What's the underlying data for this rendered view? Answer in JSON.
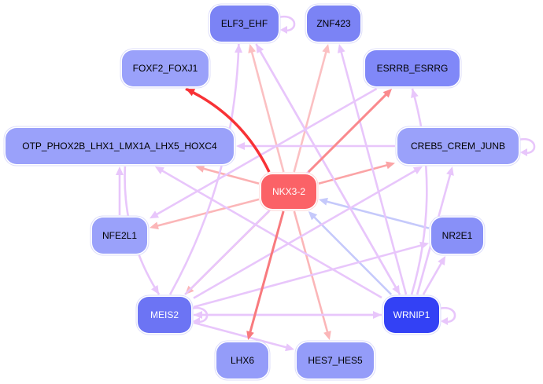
{
  "graph": {
    "type": "directed-network",
    "nodes": [
      {
        "id": "ELF3_EHF",
        "label": "ELF3_EHF",
        "fill": "#7b83f5",
        "text": "#000000"
      },
      {
        "id": "ZNF423",
        "label": "ZNF423",
        "fill": "#7b83f5",
        "text": "#000000"
      },
      {
        "id": "FOXF2_FOXJ1",
        "label": "FOXF2_FOXJ1",
        "fill": "#9aa1fa",
        "text": "#000000"
      },
      {
        "id": "ESRRB_ESRRG",
        "label": "ESRRB_ESRRG",
        "fill": "#8088f8",
        "text": "#000000"
      },
      {
        "id": "OTP",
        "label": "OTP_PHOX2B_LHX1_LMX1A_LHX5_HOXC4",
        "fill": "#9aa1fa",
        "text": "#000000"
      },
      {
        "id": "CREB5",
        "label": "CREB5_CREM_JUNB",
        "fill": "#9aa1fa",
        "text": "#000000"
      },
      {
        "id": "NKX3-2",
        "label": "NKX3-2",
        "fill": "#fb6267",
        "text": "#ffffff"
      },
      {
        "id": "NFE2L1",
        "label": "NFE2L1",
        "fill": "#9aa1fa",
        "text": "#000000"
      },
      {
        "id": "NR2E1",
        "label": "NR2E1",
        "fill": "#8890f8",
        "text": "#000000"
      },
      {
        "id": "MEIS2",
        "label": "MEIS2",
        "fill": "#6c74f4",
        "text": "#ffffff"
      },
      {
        "id": "WRNIP1",
        "label": "WRNIP1",
        "fill": "#3341f5",
        "text": "#ffffff"
      },
      {
        "id": "LHX6",
        "label": "LHX6",
        "fill": "#949cf9",
        "text": "#000000"
      },
      {
        "id": "HES7_HES5",
        "label": "HES7_HES5",
        "fill": "#949cf9",
        "text": "#000000"
      }
    ],
    "edges": [
      {
        "from": "NKX3-2",
        "to": "FOXF2_FOXJ1",
        "color": "#f83236",
        "weight": "strong",
        "curved": true
      },
      {
        "from": "NKX3-2",
        "to": "LHX6",
        "color": "#f87a7e",
        "weight": "medium"
      },
      {
        "from": "NKX3-2",
        "to": "ESRRB_ESRRG",
        "color": "#fa8a8d",
        "weight": "medium"
      },
      {
        "from": "NKX3-2",
        "to": "CREB5",
        "color": "#fba4a6",
        "weight": "light"
      },
      {
        "from": "NKX3-2",
        "to": "OTP",
        "color": "#fbb0b2",
        "weight": "light"
      },
      {
        "from": "NKX3-2",
        "to": "NFE2L1",
        "color": "#fbb6b8",
        "weight": "light"
      },
      {
        "from": "NKX3-2",
        "to": "MEIS2",
        "color": "#fbb6b8",
        "weight": "light"
      },
      {
        "from": "NKX3-2",
        "to": "HES7_HES5",
        "color": "#fbb6b8",
        "weight": "light"
      },
      {
        "from": "NKX3-2",
        "to": "ELF3_EHF",
        "color": "#fbc0c2",
        "weight": "light"
      },
      {
        "from": "NKX3-2",
        "to": "ZNF423",
        "color": "#fbc0c2",
        "weight": "light"
      },
      {
        "from": "WRNIP1",
        "to": "NKX3-2",
        "color": "#c5c9fb",
        "weight": "light"
      },
      {
        "from": "NR2E1",
        "to": "NKX3-2",
        "color": "#c5c9fb",
        "weight": "light"
      },
      {
        "from": "WRNIP1",
        "to": "ELF3_EHF",
        "color": "#e8c6fb",
        "weight": "light"
      },
      {
        "from": "WRNIP1",
        "to": "ZNF423",
        "color": "#e8c6fb",
        "weight": "light"
      },
      {
        "from": "WRNIP1",
        "to": "ESRRB_ESRRG",
        "color": "#e8c6fb",
        "weight": "light",
        "curved": true
      },
      {
        "from": "WRNIP1",
        "to": "CREB5",
        "color": "#e8c6fb",
        "weight": "light"
      },
      {
        "from": "WRNIP1",
        "to": "NR2E1",
        "color": "#e8c6fb",
        "weight": "light"
      },
      {
        "from": "WRNIP1",
        "to": "OTP",
        "color": "#e8c6fb",
        "weight": "light"
      },
      {
        "from": "WRNIP1",
        "to": "WRNIP1",
        "color": "#e8c6fb",
        "weight": "light",
        "self": true
      },
      {
        "from": "MEIS2",
        "to": "ELF3_EHF",
        "color": "#e8c6fb",
        "weight": "light",
        "curved": true
      },
      {
        "from": "MEIS2",
        "to": "ESRRB_ESRRG",
        "color": "#e8c6fb",
        "weight": "light"
      },
      {
        "from": "MEIS2",
        "to": "CREB5",
        "color": "#e8c6fb",
        "weight": "light"
      },
      {
        "from": "MEIS2",
        "to": "NR2E1",
        "color": "#e8c6fb",
        "weight": "light"
      },
      {
        "from": "MEIS2",
        "to": "HES7_HES5",
        "color": "#e8c6fb",
        "weight": "light"
      },
      {
        "from": "MEIS2",
        "to": "MEIS2",
        "color": "#e8c6fb",
        "weight": "light",
        "self": true
      },
      {
        "from": "WRNIP1",
        "to": "MEIS2",
        "color": "#e8c6fb",
        "weight": "light"
      },
      {
        "from": "OTP",
        "to": "MEIS2",
        "color": "#e8c6fb",
        "weight": "light",
        "curved": true
      },
      {
        "from": "NFE2L1",
        "to": "OTP",
        "color": "#e8c6fb",
        "weight": "light"
      },
      {
        "from": "CREB5",
        "to": "OTP",
        "color": "#e8c6fb",
        "weight": "light"
      },
      {
        "from": "CREB5",
        "to": "CREB5",
        "color": "#e8c6fb",
        "weight": "light",
        "self": true
      },
      {
        "from": "ELF3_EHF",
        "to": "ELF3_EHF",
        "color": "#e8c6fb",
        "weight": "light",
        "self": true
      },
      {
        "from": "ESRRB_ESRRG",
        "to": "NFE2L1",
        "color": "#e8c6fb",
        "weight": "light"
      },
      {
        "from": "ELF3_EHF",
        "to": "WRNIP1",
        "color": "#e8c6fb",
        "weight": "light"
      },
      {
        "from": "MEIS2",
        "to": "WRNIP1",
        "color": "#e8c6fb",
        "weight": "light"
      }
    ]
  }
}
